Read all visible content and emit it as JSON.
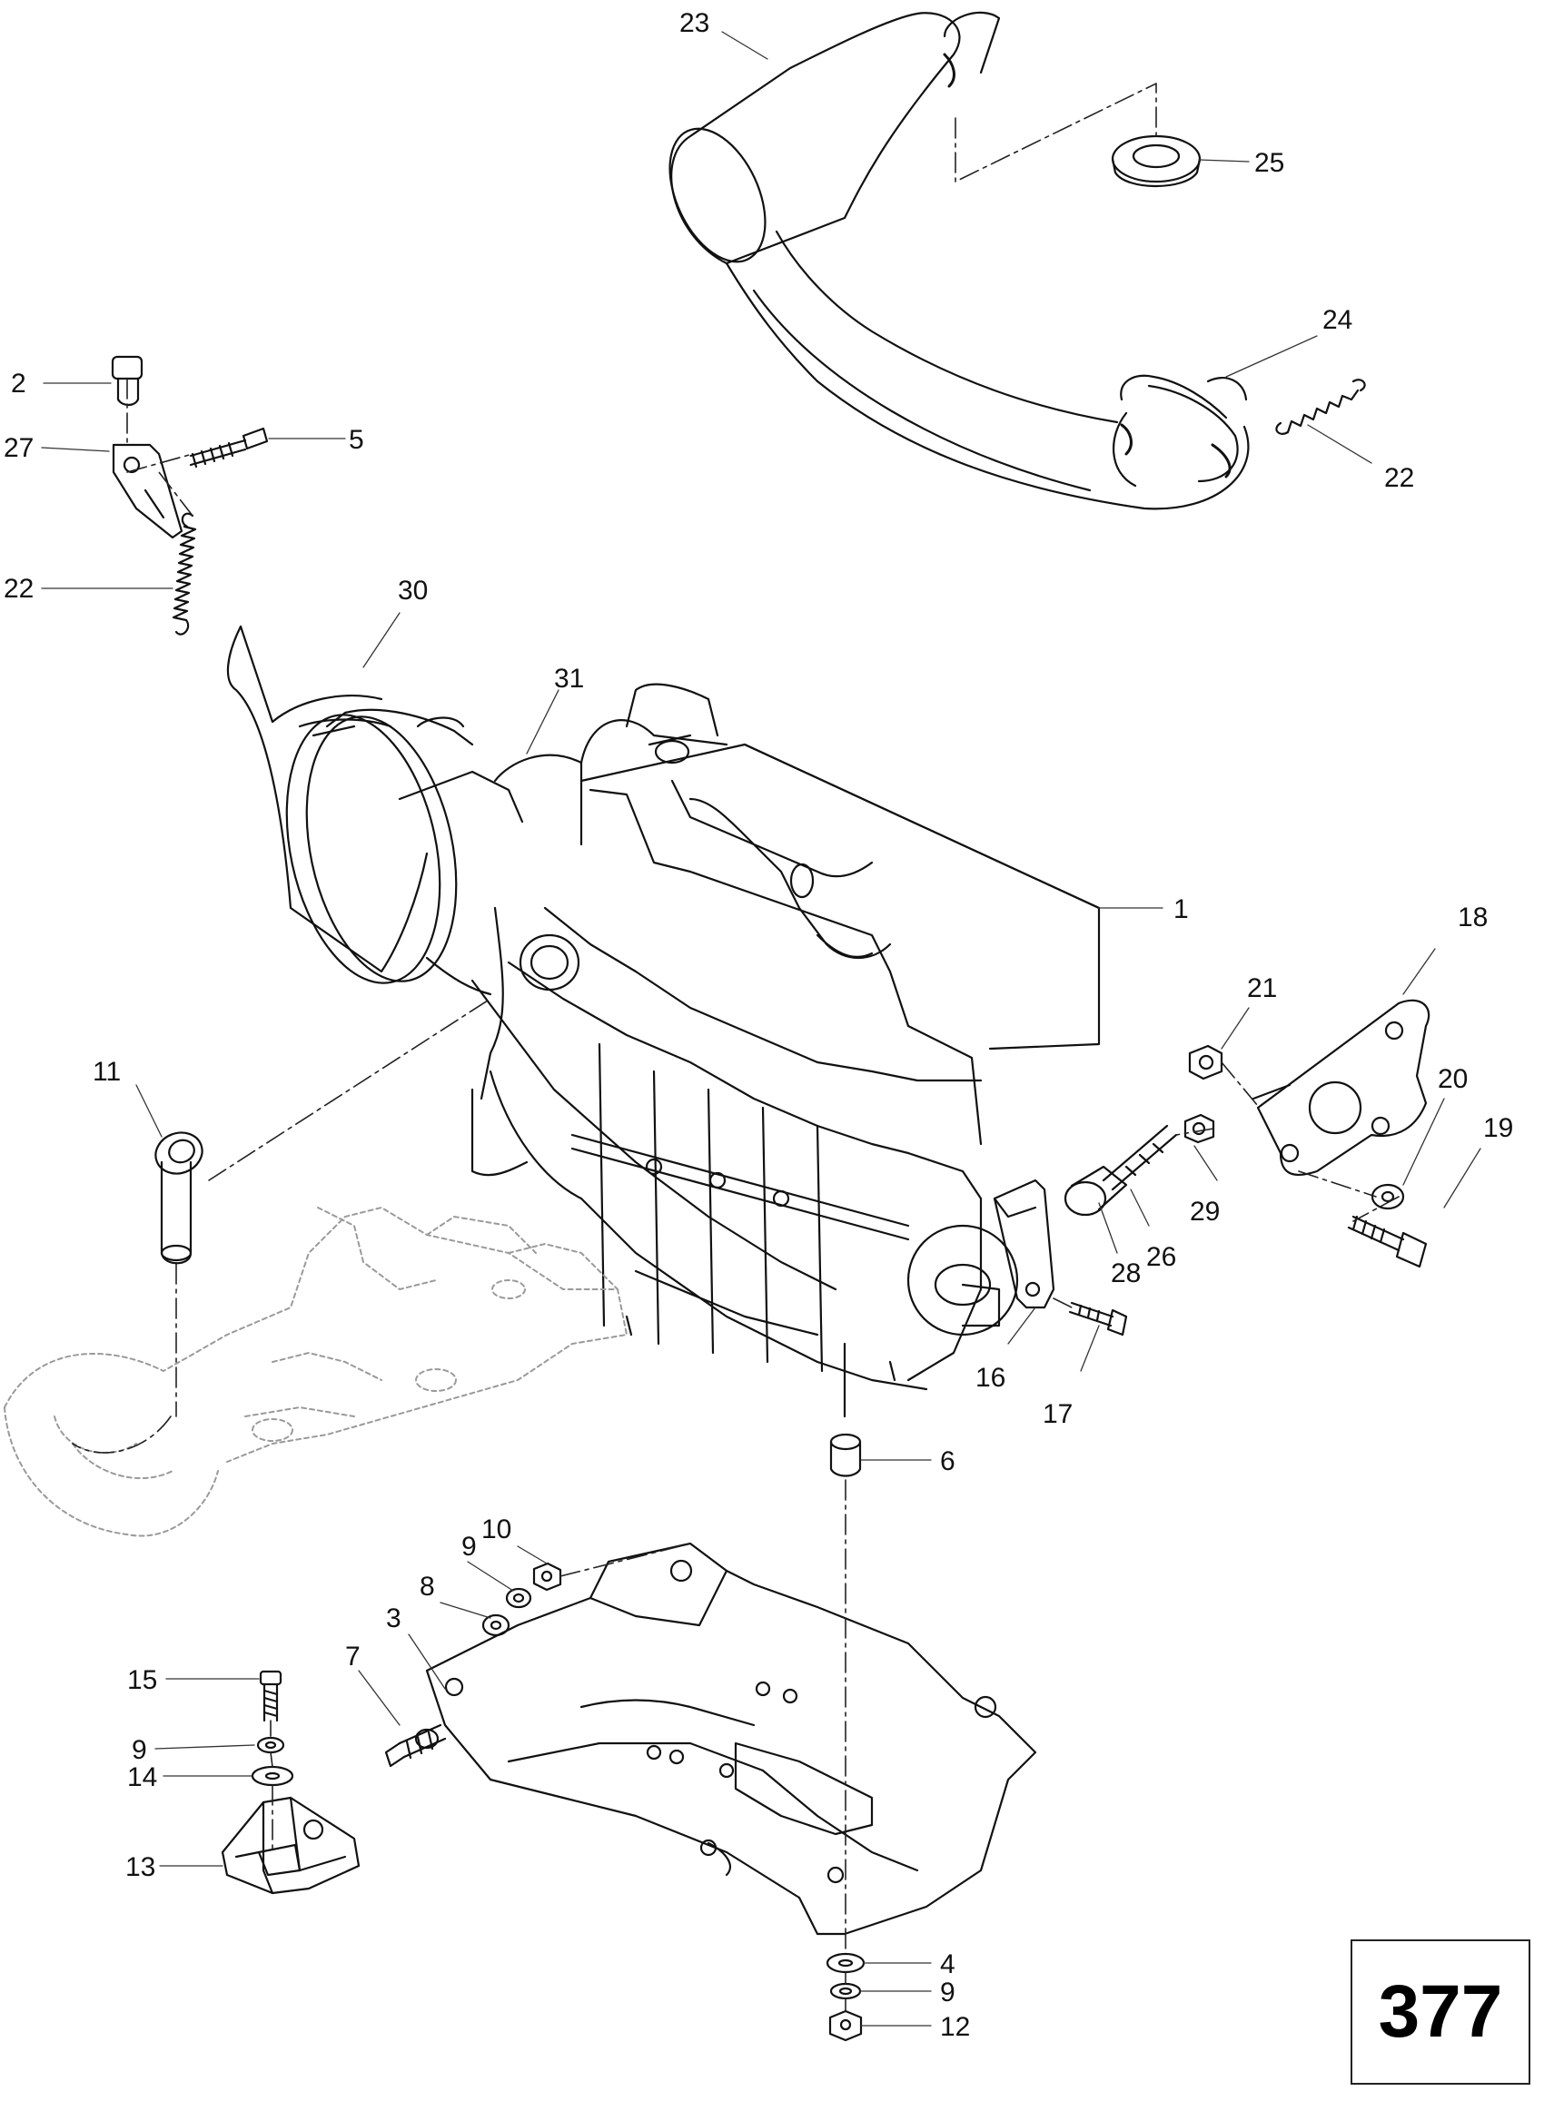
{
  "page_number": "377",
  "callouts": [
    {
      "id": "23",
      "text": "23"
    },
    {
      "id": "25",
      "text": "25"
    },
    {
      "id": "24",
      "text": "24"
    },
    {
      "id": "22-right",
      "text": "22"
    },
    {
      "id": "2",
      "text": "2"
    },
    {
      "id": "27",
      "text": "27"
    },
    {
      "id": "5",
      "text": "5"
    },
    {
      "id": "22-left",
      "text": "22"
    },
    {
      "id": "30",
      "text": "30"
    },
    {
      "id": "31",
      "text": "31"
    },
    {
      "id": "1",
      "text": "1"
    },
    {
      "id": "18",
      "text": "18"
    },
    {
      "id": "21",
      "text": "21"
    },
    {
      "id": "20",
      "text": "20"
    },
    {
      "id": "19",
      "text": "19"
    },
    {
      "id": "29",
      "text": "29"
    },
    {
      "id": "11",
      "text": "11"
    },
    {
      "id": "26",
      "text": "26"
    },
    {
      "id": "28",
      "text": "28"
    },
    {
      "id": "16",
      "text": "16"
    },
    {
      "id": "17",
      "text": "17"
    },
    {
      "id": "6",
      "text": "6"
    },
    {
      "id": "10",
      "text": "10"
    },
    {
      "id": "9-top",
      "text": "9"
    },
    {
      "id": "8",
      "text": "8"
    },
    {
      "id": "3",
      "text": "3"
    },
    {
      "id": "7",
      "text": "7"
    },
    {
      "id": "15",
      "text": "15"
    },
    {
      "id": "9-left",
      "text": "9"
    },
    {
      "id": "14",
      "text": "14"
    },
    {
      "id": "13",
      "text": "13"
    },
    {
      "id": "4",
      "text": "4"
    },
    {
      "id": "9-bottom",
      "text": "9"
    },
    {
      "id": "12",
      "text": "12"
    }
  ]
}
